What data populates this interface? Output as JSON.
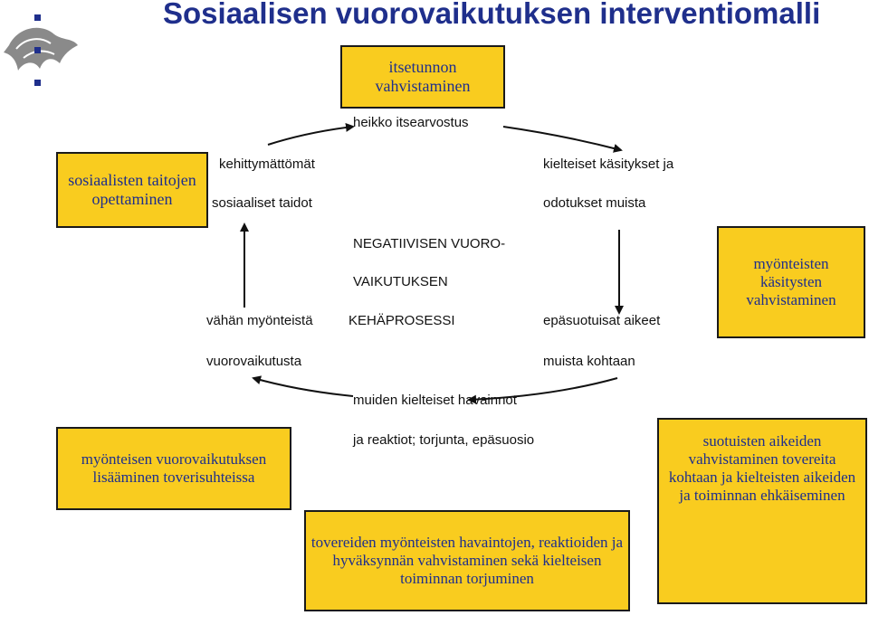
{
  "title": "Sosiaalisen vuorovaikutuksen interventiomalli",
  "colors": {
    "title": "#1f2f8c",
    "box_fill": "#f9cc1f",
    "box_text": "#1f2f8c",
    "arrow": "#111111"
  },
  "boxes": {
    "top": "itsetunnon vahvistaminen",
    "left_top": "sosiaalisten taitojen opettaminen",
    "right_mid": "myönteisten käsitysten vahvistaminen",
    "left_bottom": "myönteisen vuorovaikutuksen lisääminen toverisuhteissa",
    "center_bottom": "tovereiden myönteisten havaintojen, reaktioiden ja hyväksynnän vahvistaminen sekä kielteisen toiminnan torjuminen",
    "right_bottom": "suotuisten aikeiden vahvistaminen tovereita kohtaan ja kielteisten aikeiden ja toiminnan ehkäiseminen"
  },
  "cycle": {
    "top": "heikko itsearvostus",
    "left_top_1": "kehittymättömät",
    "left_top_2": "sosiaaliset taidot",
    "right_top_1": "kielteiset käsitykset ja",
    "right_top_2": "odotukset muista",
    "center_1": "NEGATIIVISEN VUORO-",
    "center_2": "VAIKUTUKSEN",
    "center_3": "KEHÄPROSESSI",
    "left_mid_1": "vähän myönteistä",
    "left_mid_2": "vuorovaikutusta",
    "right_mid_1": "epäsuotuisat aikeet",
    "right_mid_2": "muista kohtaan",
    "bottom_1": "muiden kielteiset havainnot",
    "bottom_2": "ja reaktiot; torjunta, epäsuosio"
  }
}
